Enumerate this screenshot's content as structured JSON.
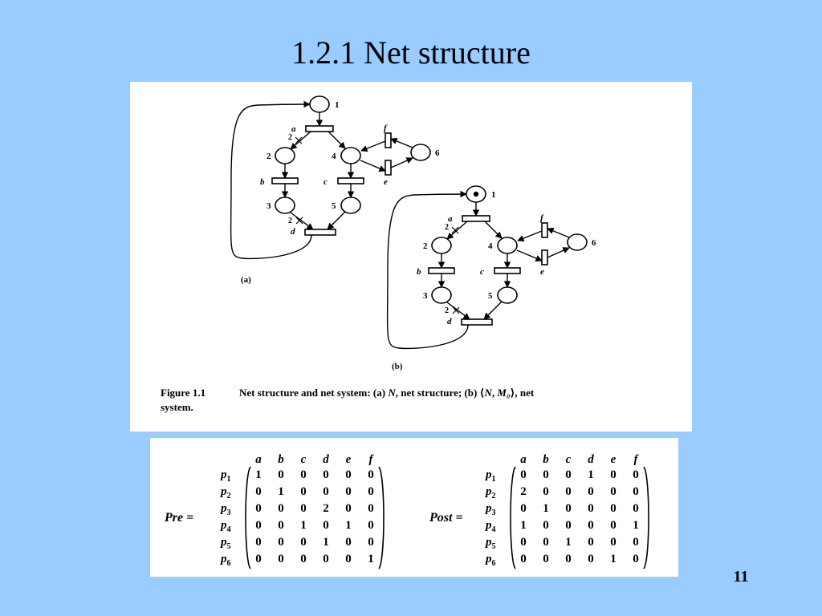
{
  "slide": {
    "title": "1.2.1 Net structure",
    "page_number": "11"
  },
  "figure": {
    "caption_label": "Figure 1.1",
    "caption_text": "Net structure and net system: (a) N, net structure; (b) ⟨N, M₀⟩, net system.",
    "caption_line1_pre": "Net structure and net system: (a) ",
    "caption_line1_N": "N",
    "caption_line1_mid": ", net structure; (b) ⟨",
    "caption_line1_N2": "N",
    "caption_line1_comma": ", ",
    "caption_line1_M0": "M₀",
    "caption_line1_post": "⟩, net",
    "caption_line2": "system.",
    "subfigures": [
      {
        "label": "(a)",
        "places": [
          "1",
          "2",
          "3",
          "4",
          "5",
          "6"
        ],
        "transitions": [
          "a",
          "b",
          "c",
          "d",
          "e",
          "f"
        ],
        "arc_weights": [
          "2",
          "2"
        ],
        "marked_places": []
      },
      {
        "label": "(b)",
        "places": [
          "1",
          "2",
          "3",
          "4",
          "5",
          "6"
        ],
        "transitions": [
          "a",
          "b",
          "c",
          "d",
          "e",
          "f"
        ],
        "arc_weights": [
          "2",
          "2"
        ],
        "marked_places": [
          "1"
        ]
      }
    ]
  },
  "matrices": {
    "columns": [
      "a",
      "b",
      "c",
      "d",
      "e",
      "f"
    ],
    "rows": [
      "p1",
      "p2",
      "p3",
      "p4",
      "p5",
      "p6"
    ],
    "pre": {
      "label": "Pre =",
      "values": [
        [
          1,
          0,
          0,
          0,
          0,
          0
        ],
        [
          0,
          1,
          0,
          0,
          0,
          0
        ],
        [
          0,
          0,
          0,
          2,
          0,
          0
        ],
        [
          0,
          0,
          1,
          0,
          1,
          0
        ],
        [
          0,
          0,
          0,
          1,
          0,
          0
        ],
        [
          0,
          0,
          0,
          0,
          0,
          1
        ]
      ]
    },
    "post": {
      "label": "Post =",
      "values": [
        [
          0,
          0,
          0,
          1,
          0,
          0
        ],
        [
          2,
          0,
          0,
          0,
          0,
          0
        ],
        [
          0,
          1,
          0,
          0,
          0,
          0
        ],
        [
          1,
          0,
          0,
          0,
          0,
          1
        ],
        [
          0,
          0,
          1,
          0,
          0,
          0
        ],
        [
          0,
          0,
          0,
          0,
          1,
          0
        ]
      ]
    }
  }
}
